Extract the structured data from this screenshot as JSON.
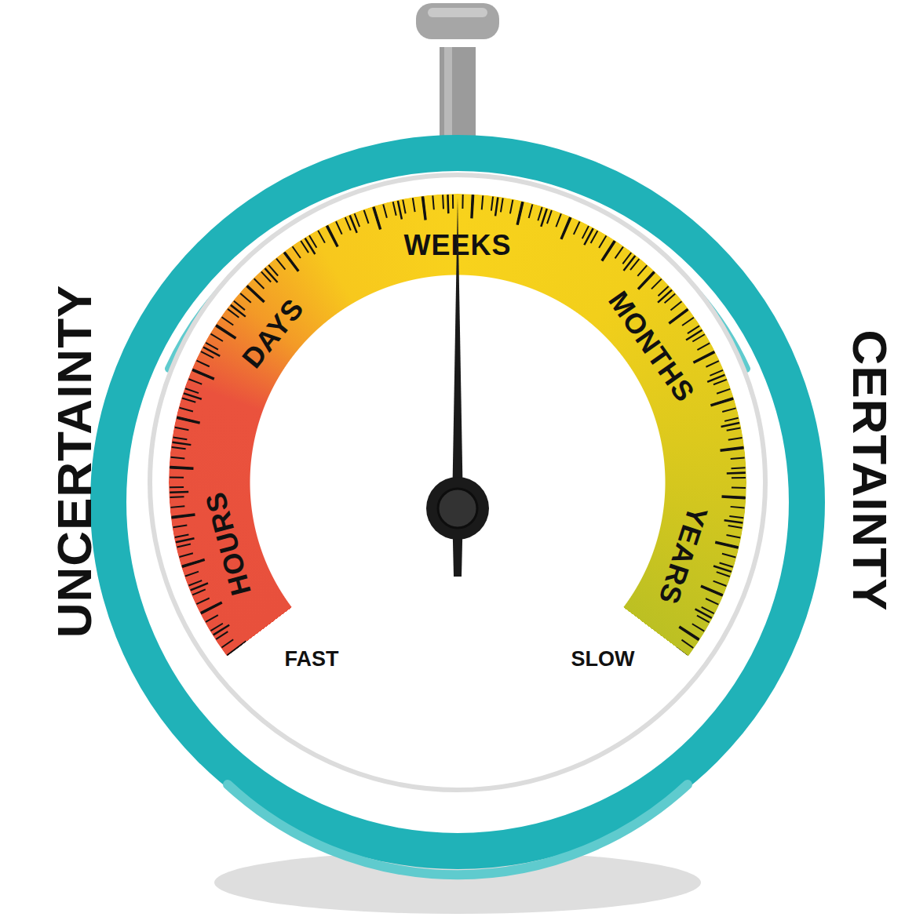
{
  "diagram": {
    "labels": [
      "UNCERTAINTY",
      "HOURS",
      "DAYS",
      "WEEKS",
      "MONTHS",
      "YEARS",
      "CERTAINTY",
      "FAST",
      "SLOW"
    ]
  }
}
